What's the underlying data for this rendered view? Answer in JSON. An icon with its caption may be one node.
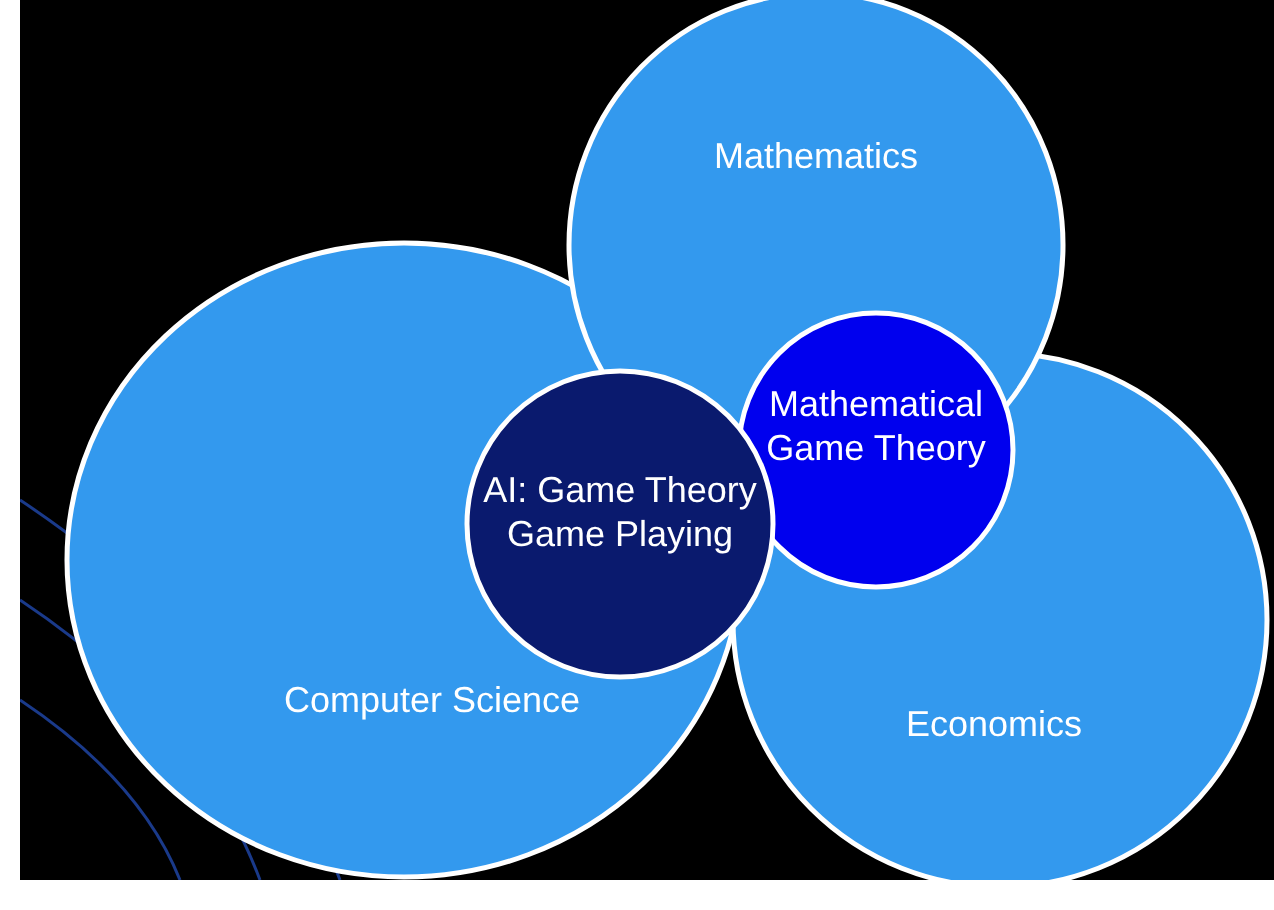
{
  "diagram": {
    "nodes": [
      {
        "text": [
          "Mathematics"
        ]
      },
      {
        "text": [
          "Mathematical Game Theory"
        ]
      },
      {
        "text": [
          "AI: Game Theory Game Playing"
        ]
      },
      {
        "text": [
          "Computer Science"
        ]
      },
      {
        "text": [
          "Economics"
        ]
      }
    ]
  }
}
